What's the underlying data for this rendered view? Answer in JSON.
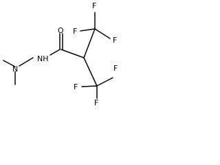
{
  "molecule": {
    "atoms": {
      "oxygen": "O",
      "fluorines": [
        "F",
        "F",
        "F",
        "F",
        "F",
        "F"
      ],
      "hydrazide_nh": "NH",
      "dimethyl_n": "N"
    }
  }
}
